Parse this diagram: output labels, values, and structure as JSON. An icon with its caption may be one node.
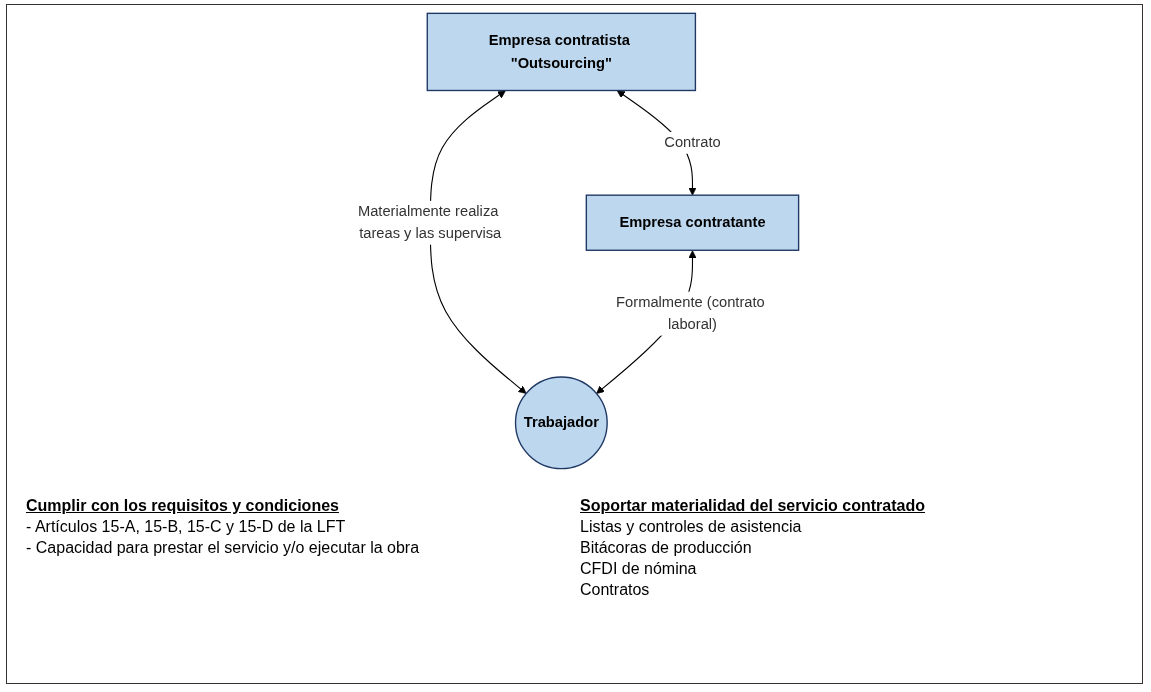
{
  "diagram": {
    "nodes": [
      {
        "text": [
          "Empresa contratista \"Outsourcing\""
        ]
      },
      {
        "text": [
          "Empresa contratante"
        ]
      },
      {
        "text": [
          "Trabajador"
        ]
      }
    ],
    "edges": [
      {
        "from": 0,
        "to": 1,
        "arrow": "both",
        "label": "Contrato"
      },
      {
        "from": 0,
        "to": 2,
        "arrow": "both",
        "label": "Materialmente realiza tareas y las supervisa"
      },
      {
        "from": 1,
        "to": 2,
        "arrow": "both",
        "label": "Formalmente (contrato laboral)"
      }
    ],
    "labels": [
      "Cumplir con los requisitos y condiciones",
      "- Artículos 15-A, 15-B, 15-C y 15-D de la LFT",
      "- Capacidad para prestar el servicio y/o ejecutar la obra",
      "Soportar materialidad del servicio contratado",
      "Listas y controles de asistencia",
      "Bitácoras de producción",
      "CFDI de nómina",
      "Contratos"
    ]
  }
}
